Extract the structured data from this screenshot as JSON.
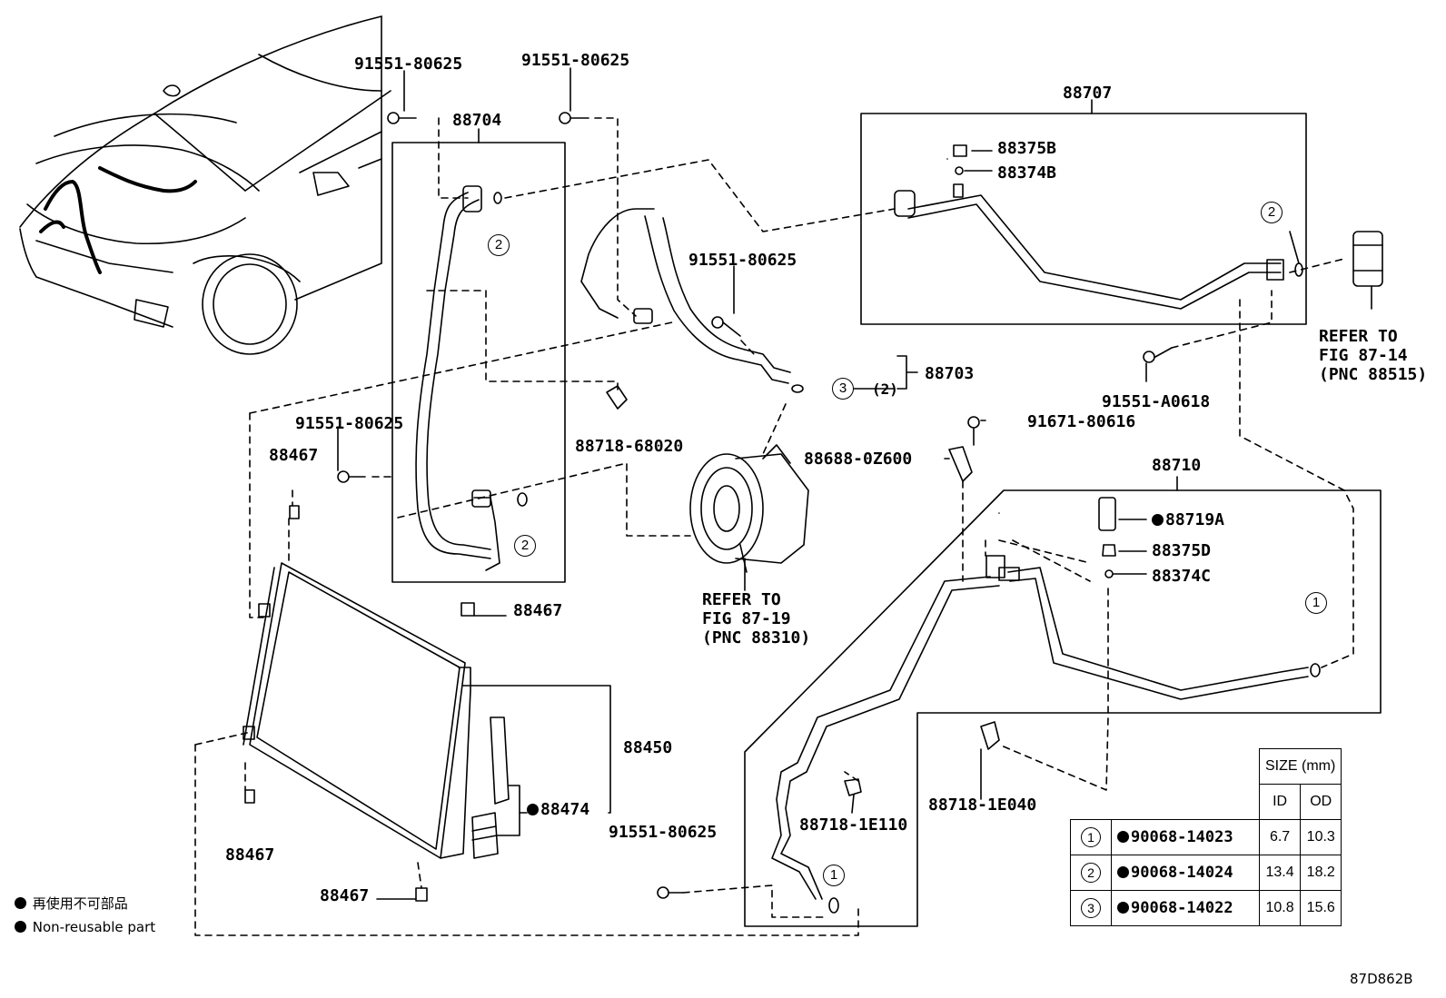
{
  "labels": {
    "bolt_1": "91551-80625",
    "bolt_2": "91551-80625",
    "bolt_3": "91551-80625",
    "bolt_4": "91551-80625",
    "bolt_5": "91551-80625",
    "bolt_a0618": "91551-A0618",
    "screw": "91671-80616",
    "hose_88704": "88704",
    "pipe_88707": "88707",
    "valve_88375b": "88375B",
    "seal_88374b": "88374B",
    "hose_88703": "88703",
    "oring_qty": "(2)",
    "clamp_68020": "88718-68020",
    "bracket_0z600": "88688-0Z600",
    "pipe_88710": "88710",
    "switch_88719a": "88719A",
    "valve_88375d": "88375D",
    "seal_88374c": "88374C",
    "clamp_1e110": "88718-1E110",
    "clamp_1e040": "88718-1E040",
    "cushion_1": "88467",
    "cushion_2": "88467",
    "cushion_3": "88467",
    "cushion_4": "88467",
    "condenser": "88450",
    "filter_88474": "88474",
    "refer_87_19": [
      "REFER TO",
      "FIG 87-19",
      "(PNC 88310)"
    ],
    "refer_87_14": [
      "REFER TO",
      "FIG 87-14",
      "(PNC 88515)"
    ],
    "figure_code": "87D862B"
  },
  "callouts": {
    "c1": "1",
    "c2": "2",
    "c3": "3"
  },
  "legend": {
    "jp": "再使用不可部品",
    "en": "Non-reusable part"
  },
  "size_table": {
    "title": "SIZE (mm)",
    "col_id": "ID",
    "col_od": "OD",
    "rows": [
      {
        "idx": "1",
        "part": "90068-14023",
        "id": "6.7",
        "od": "10.3"
      },
      {
        "idx": "2",
        "part": "90068-14024",
        "id": "13.4",
        "od": "18.2"
      },
      {
        "idx": "3",
        "part": "90068-14022",
        "id": "10.8",
        "od": "15.6"
      }
    ]
  }
}
